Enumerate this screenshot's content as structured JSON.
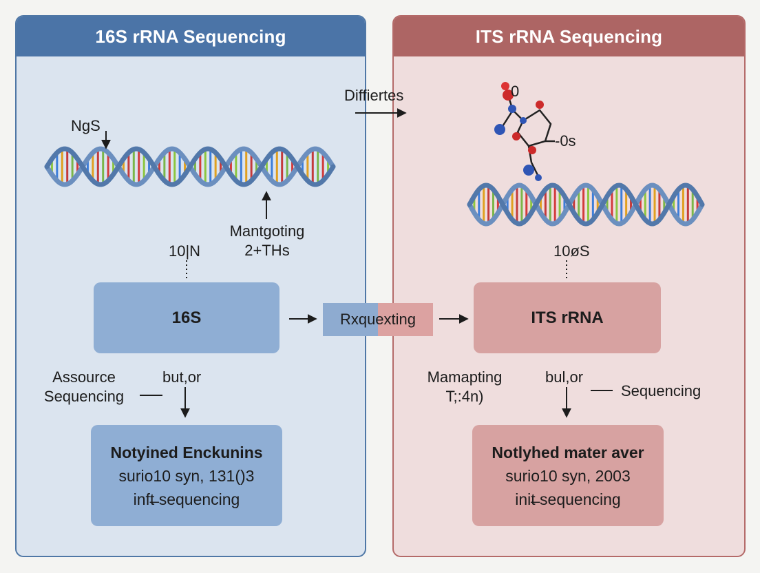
{
  "left": {
    "title": "16S rRNA Sequencing",
    "ngs_label": "NgS",
    "mid_label_1": "Mantgoting",
    "mid_label_2": "2+THs",
    "tick_label": "10|N",
    "box_label": "16S",
    "assource_1": "Assource",
    "assource_2": "Sequencing",
    "butor": "but,or",
    "result": [
      "Notyined Enckunins",
      "surio10 syn, 131()3",
      "inft̶ sequencing"
    ]
  },
  "right": {
    "title": "ITS rRNA Sequencing",
    "molecule_label": "0",
    "molecule_label_2": "-0s",
    "tick_label": "10øS",
    "box_label": "ITS rRNA",
    "mamapting_1": "Mamapting",
    "mamapting_2": "T;:4n)",
    "bulor": "bul,or",
    "sequencing": "Sequencing",
    "result": [
      "Notlyhed mater aver",
      "surio10 syn, 2003",
      "init̶ sequencing"
    ]
  },
  "center": {
    "differences_label": "Diffiertes",
    "process_label": "Rxquexting"
  },
  "colors": {
    "left_accent": "#4b74a7",
    "right_accent": "#ad6564",
    "left_bg": "#dbe4ef",
    "right_bg": "#efdddd"
  }
}
